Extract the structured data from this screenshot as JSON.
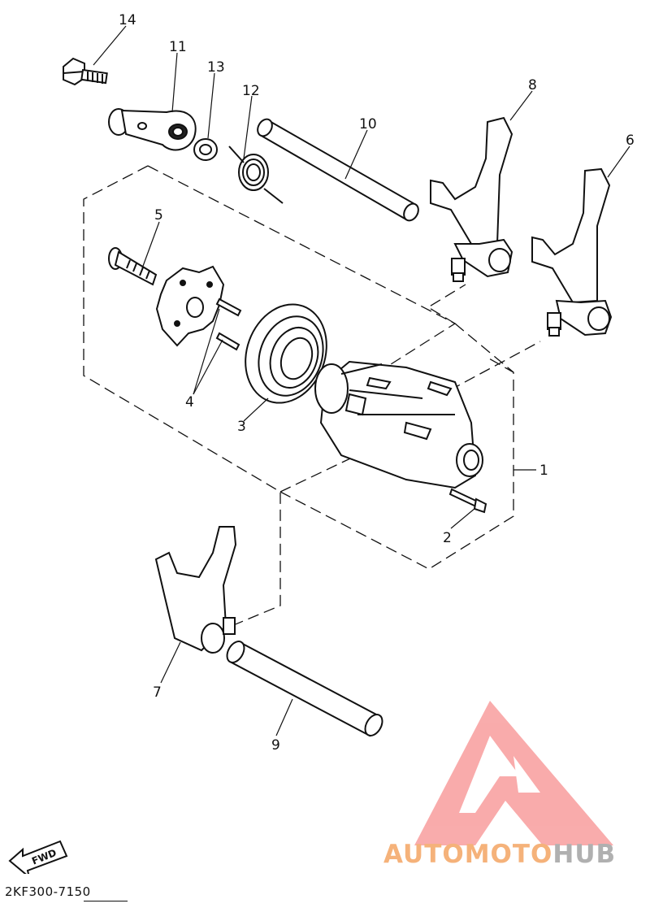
{
  "diagram": {
    "callouts": [
      {
        "id": "1",
        "label": "1"
      },
      {
        "id": "2",
        "label": "2"
      },
      {
        "id": "3",
        "label": "3"
      },
      {
        "id": "4",
        "label": "4"
      },
      {
        "id": "5",
        "label": "5"
      },
      {
        "id": "6",
        "label": "6"
      },
      {
        "id": "7",
        "label": "7"
      },
      {
        "id": "8",
        "label": "8"
      },
      {
        "id": "9",
        "label": "9"
      },
      {
        "id": "10",
        "label": "10"
      },
      {
        "id": "11",
        "label": "11"
      },
      {
        "id": "12",
        "label": "12"
      },
      {
        "id": "13",
        "label": "13"
      },
      {
        "id": "14",
        "label": "14"
      }
    ],
    "fwd_label": "FWD",
    "drawing_code": "2KF300-7150"
  },
  "watermark": {
    "part1": "AUTOMOTO",
    "part2": "HUB",
    "color_primary": "#f5b27a",
    "color_secondary": "#b0b0b0",
    "logo_color": "#f79090"
  }
}
